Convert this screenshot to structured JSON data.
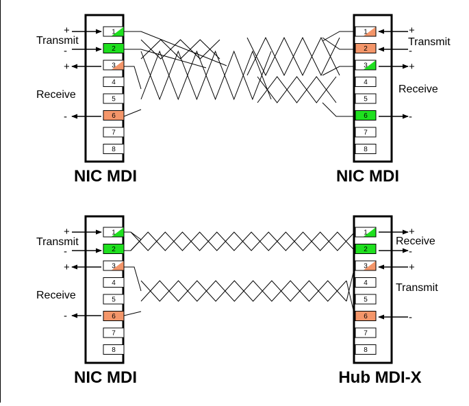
{
  "colors": {
    "green": "#1fe01f",
    "orange": "#f4966a",
    "white": "#ffffff",
    "black": "#000000"
  },
  "top": {
    "left_connector": {
      "name": "NIC MDI",
      "label_upper": "Transmit",
      "label_lower": "Receive",
      "sign_pin1": "+",
      "sign_pin2": "-",
      "sign_pin3": "+",
      "sign_pin6": "-",
      "pins": [
        {
          "n": "1",
          "fill": "green-half"
        },
        {
          "n": "2",
          "fill": "green"
        },
        {
          "n": "3",
          "fill": "orange-half"
        },
        {
          "n": "4",
          "fill": "white"
        },
        {
          "n": "5",
          "fill": "white"
        },
        {
          "n": "6",
          "fill": "orange"
        },
        {
          "n": "7",
          "fill": "white"
        },
        {
          "n": "8",
          "fill": "white"
        }
      ]
    },
    "right_connector": {
      "name": "NIC MDI",
      "label_upper": "Transmit",
      "label_lower": "Receive",
      "sign_pin1": "+",
      "sign_pin2": "-",
      "sign_pin3": "+",
      "sign_pin6": "-",
      "pins": [
        {
          "n": "1",
          "fill": "orange-half"
        },
        {
          "n": "2",
          "fill": "orange"
        },
        {
          "n": "3",
          "fill": "green-half"
        },
        {
          "n": "4",
          "fill": "white"
        },
        {
          "n": "5",
          "fill": "white"
        },
        {
          "n": "6",
          "fill": "green"
        },
        {
          "n": "7",
          "fill": "white"
        },
        {
          "n": "8",
          "fill": "white"
        }
      ]
    }
  },
  "bottom": {
    "left_connector": {
      "name": "NIC MDI",
      "label_upper": "Transmit",
      "label_lower": "Receive",
      "sign_pin1": "+",
      "sign_pin2": "-",
      "sign_pin3": "+",
      "sign_pin6": "-",
      "pins": [
        {
          "n": "1",
          "fill": "green-half"
        },
        {
          "n": "2",
          "fill": "green"
        },
        {
          "n": "3",
          "fill": "orange-half"
        },
        {
          "n": "4",
          "fill": "white"
        },
        {
          "n": "5",
          "fill": "white"
        },
        {
          "n": "6",
          "fill": "orange"
        },
        {
          "n": "7",
          "fill": "white"
        },
        {
          "n": "8",
          "fill": "white"
        }
      ]
    },
    "right_connector": {
      "name": "Hub MDI-X",
      "label_upper": "Receive",
      "label_lower": "Transmit",
      "sign_pin1": "+",
      "sign_pin2": "-",
      "sign_pin3": "+",
      "sign_pin6": "-",
      "pins": [
        {
          "n": "1",
          "fill": "green-half"
        },
        {
          "n": "2",
          "fill": "green"
        },
        {
          "n": "3",
          "fill": "orange-half"
        },
        {
          "n": "4",
          "fill": "white"
        },
        {
          "n": "5",
          "fill": "white"
        },
        {
          "n": "6",
          "fill": "orange"
        },
        {
          "n": "7",
          "fill": "white"
        },
        {
          "n": "8",
          "fill": "white"
        }
      ]
    }
  }
}
